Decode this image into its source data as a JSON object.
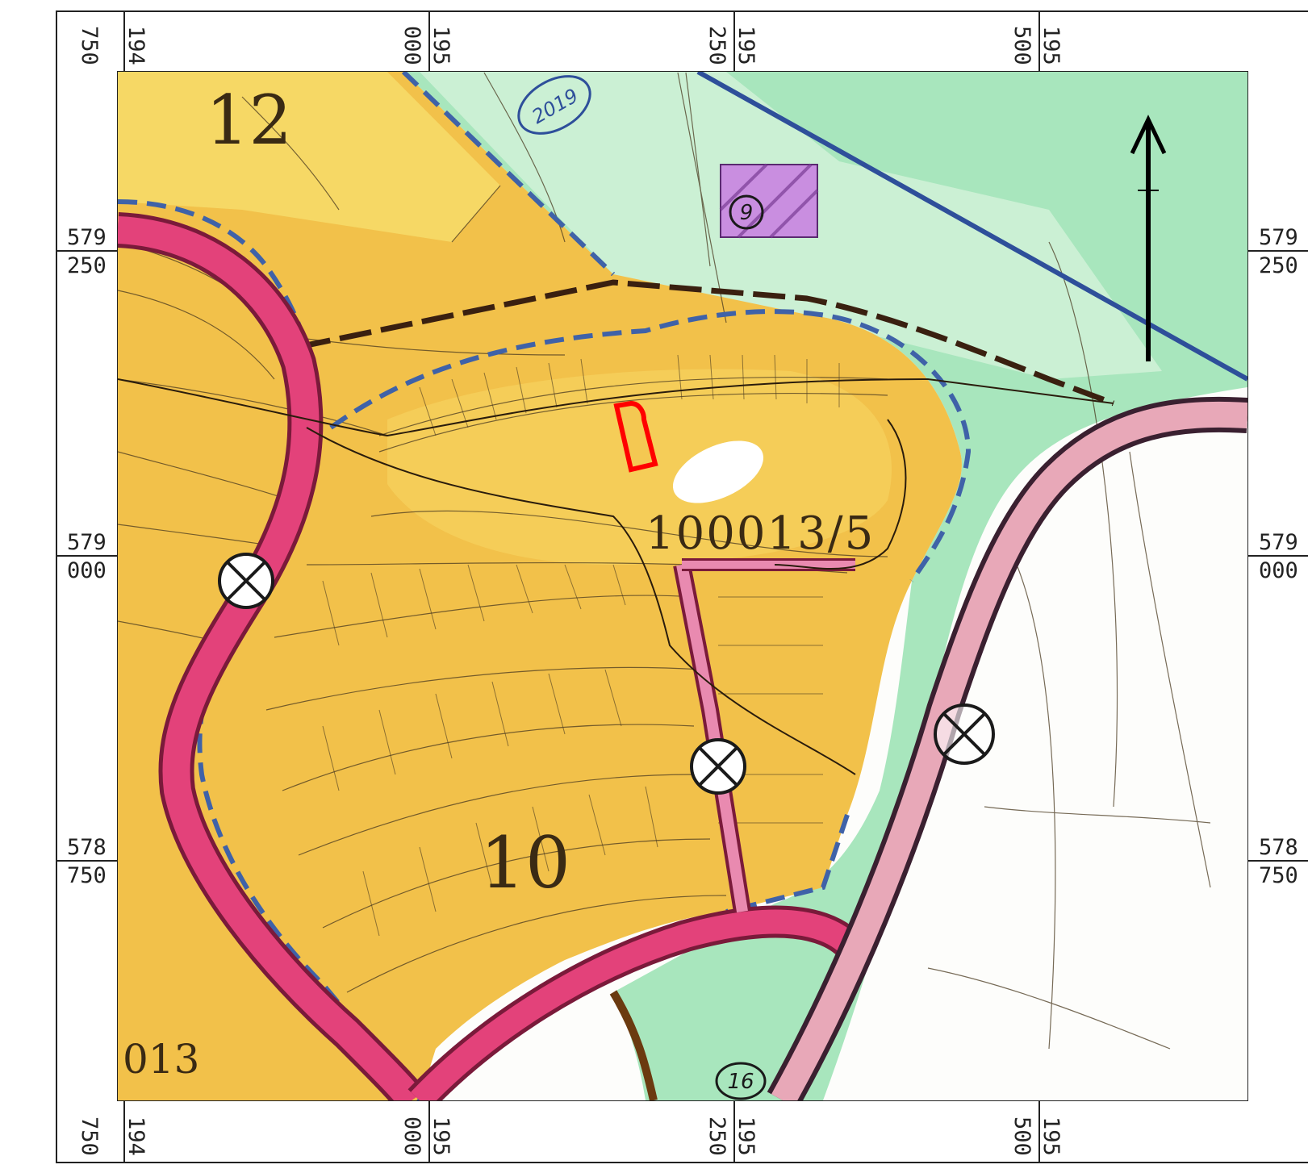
{
  "frame": {
    "top_x_labels": [
      {
        "upper": "194",
        "lower": "750"
      },
      {
        "upper": "195",
        "lower": "000"
      },
      {
        "upper": "195",
        "lower": "250"
      },
      {
        "upper": "195",
        "lower": "500"
      }
    ],
    "bottom_x_labels": [
      {
        "upper": "194",
        "lower": "750"
      },
      {
        "upper": "195",
        "lower": "000"
      },
      {
        "upper": "195",
        "lower": "250"
      },
      {
        "upper": "195",
        "lower": "500"
      }
    ],
    "y_labels": [
      {
        "upper": "579",
        "lower": "250"
      },
      {
        "upper": "579",
        "lower": "000"
      },
      {
        "upper": "578",
        "lower": "750"
      }
    ]
  },
  "zones": {
    "zone_12": "12",
    "zone_10": "10",
    "zone_100013": "100013/5",
    "zone_013": "013",
    "zone_16": "16",
    "zone_9": "9",
    "zone_2019": "2019"
  },
  "colors": {
    "residential": "#f2c14a",
    "residential_light": "#f7dc6a",
    "green": "#9ee3b6",
    "green_light": "#c9f1d2",
    "road": "#e3427a",
    "road_edge": "#7a1a3a",
    "boundary": "#3f62a8",
    "highlight": "#ff0000",
    "special": "#c98ee0"
  },
  "icons": {
    "north_arrow": "north-arrow-icon",
    "road_marker": "road-crossing-marker-icon"
  }
}
